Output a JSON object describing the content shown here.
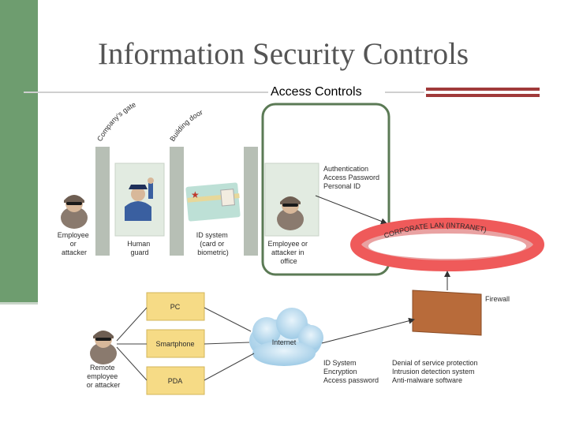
{
  "slide": {
    "title": "Information Security Controls",
    "subtitle": "Access Controls"
  },
  "diagram": {
    "perimeter": {
      "gate_label": "Company's gate",
      "door_label": "Building door"
    },
    "people": {
      "outside": [
        "Employee",
        "or",
        "attacker"
      ],
      "guard": [
        "Human",
        "guard"
      ],
      "id_system": [
        "ID system",
        "(card or",
        "biometric)"
      ],
      "office": [
        "Employee or",
        "attacker in",
        "office"
      ],
      "remote": [
        "Remote",
        "employee",
        "or attacker"
      ]
    },
    "auth": [
      "Authentication",
      "Access Password",
      "Personal ID"
    ],
    "lan_label": "CORPORATE LAN (INTRANET)",
    "firewall_label": "Firewall",
    "internet_label": "Internet",
    "devices": [
      "PC",
      "Smartphone",
      "PDA"
    ],
    "network_controls": [
      "ID System",
      "Encryption",
      "Access password"
    ],
    "protection_controls": [
      "Denial of service protection",
      "Intrusion detection system",
      "Anti-malware software"
    ]
  },
  "colors": {
    "sidebar": "#6e9d6f",
    "accent_bars": "#a03a3a",
    "highlight_box": "#5b7a55",
    "lan_ring": "#ef5a5a",
    "firewall": "#b86b3a",
    "device_box": "#f6db86"
  }
}
